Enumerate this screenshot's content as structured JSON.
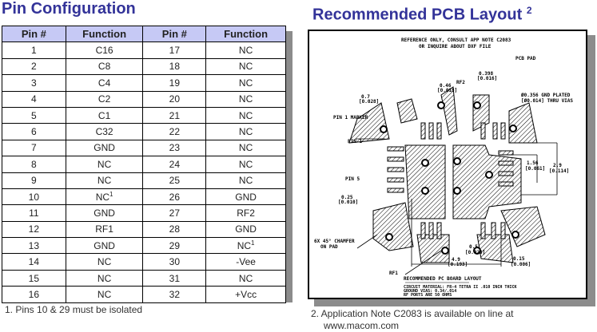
{
  "pin_config": {
    "title": "Pin Configuration",
    "headers": [
      "Pin #",
      "Function",
      "Pin #",
      "Function"
    ],
    "rows": [
      [
        "1",
        "C16",
        "17",
        "NC"
      ],
      [
        "2",
        "C8",
        "18",
        "NC"
      ],
      [
        "3",
        "C4",
        "19",
        "NC"
      ],
      [
        "4",
        "C2",
        "20",
        "NC"
      ],
      [
        "5",
        "C1",
        "21",
        "NC"
      ],
      [
        "6",
        "C32",
        "22",
        "NC"
      ],
      [
        "7",
        "GND",
        "23",
        "NC"
      ],
      [
        "8",
        "NC",
        "24",
        "NC"
      ],
      [
        "9",
        "NC",
        "25",
        "NC"
      ],
      [
        "10",
        "NC",
        "26",
        "GND"
      ],
      [
        "11",
        "GND",
        "27",
        "RF2"
      ],
      [
        "12",
        "RF1",
        "28",
        "GND"
      ],
      [
        "13",
        "GND",
        "29",
        "NC"
      ],
      [
        "14",
        "NC",
        "30",
        "-Vee"
      ],
      [
        "15",
        "NC",
        "31",
        "NC"
      ],
      [
        "16",
        "NC",
        "32",
        "+Vcc"
      ]
    ],
    "superscript": "1",
    "footnote": "1.    Pins 10 & 29 must be isolated"
  },
  "pcb": {
    "title": "Recommended PCB Layout",
    "title_sup": "2",
    "labels": {
      "ref1": "REFERENCE ONLY, CONSULT APP NOTE C2083",
      "ref2": "OR INQUIRE ABOUT DXF FILE",
      "pad": "PCB PAD",
      "d_0398": "0.398",
      "d_0398i": "[0.016]",
      "d_046": "0.46",
      "d_046i": "[0.018]",
      "rf2": "RF2",
      "d_07": "0.7",
      "d_07i": "[0.028]",
      "vias1": "Ø0.356 GND PLATED",
      "vias2": "[Ø0.014] THRU VIAS",
      "pin1m": "PIN 1 MARKER",
      "pin1": "PIN 1",
      "pin5": "PIN 5",
      "d_156": "1.56",
      "d_156i": "[0.061]",
      "d_29": "2.9",
      "d_29i": "[0.114]",
      "d_025": "0.25",
      "d_025i": "[0.010]",
      "chamfer1": "6X 45° CHAMFER",
      "chamfer2": "ON PAD",
      "d_05": "0.5",
      "d_05i": "[0.020]",
      "d_49": "4.9",
      "d_49i": "[0.193]",
      "d_015": "0.15",
      "d_015i": "[0.006]",
      "rf1": "RF1",
      "lay": "RECOMMENDED PC BOARD LAYOUT",
      "n1": "CIRCUIT MATERIAL: FR-4 TETRA II .010 INCH THICK",
      "n2": "GROUND VIAS: 0.34/.014",
      "n3": "RF PORTS ARE 50 OHMS"
    },
    "footnote_line1": "2.  Application Note C2083 is available on line at",
    "footnote_line2": "www.macom.com"
  }
}
